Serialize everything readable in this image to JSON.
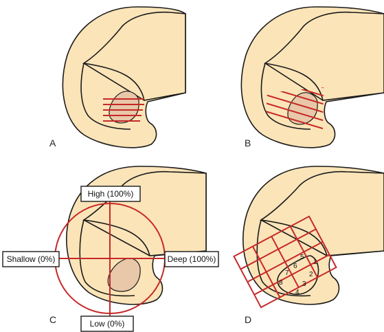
{
  "colors": {
    "bone": "#fbe4b8",
    "outline": "#1a1a1a",
    "lesion": "#e8c8a8",
    "grid": "#c62828",
    "label_border": "#1a1a1a"
  },
  "panels": {
    "a": {
      "letter": "A"
    },
    "b": {
      "letter": "B"
    },
    "c": {
      "letter": "C",
      "labels": {
        "high": "High (100%)",
        "shallow": "Shallow (0%)",
        "deep": "Deep (100%)",
        "low": "Low (0%)"
      }
    },
    "d": {
      "letter": "D",
      "zones": [
        "1",
        "2",
        "3",
        "4",
        "5",
        "6",
        "7",
        "8"
      ]
    }
  }
}
